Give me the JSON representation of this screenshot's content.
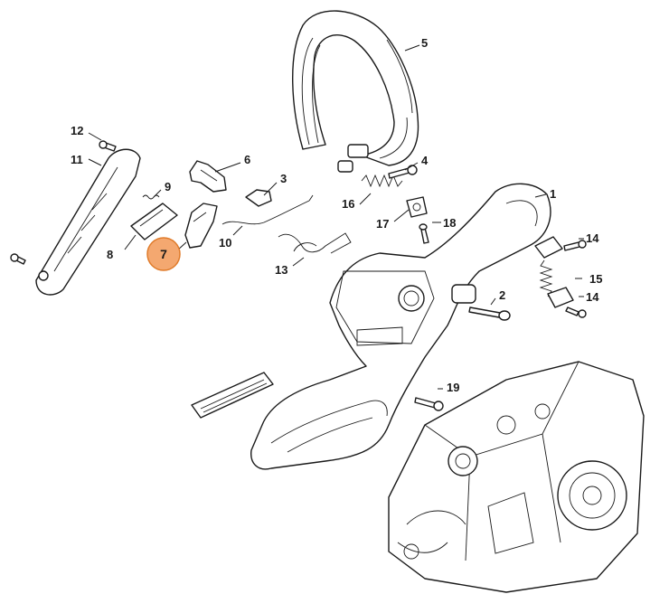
{
  "callouts": [
    {
      "id": "1",
      "label": "1"
    },
    {
      "id": "2",
      "label": "2"
    },
    {
      "id": "3",
      "label": "3"
    },
    {
      "id": "4",
      "label": "4"
    },
    {
      "id": "5",
      "label": "5"
    },
    {
      "id": "6",
      "label": "6"
    },
    {
      "id": "7",
      "label": "7",
      "highlighted": true
    },
    {
      "id": "8",
      "label": "8"
    },
    {
      "id": "9",
      "label": "9"
    },
    {
      "id": "10",
      "label": "10"
    },
    {
      "id": "11",
      "label": "11"
    },
    {
      "id": "12",
      "label": "12"
    },
    {
      "id": "13",
      "label": "13"
    },
    {
      "id": "14a",
      "label": "14"
    },
    {
      "id": "14b",
      "label": "14"
    },
    {
      "id": "15",
      "label": "15"
    },
    {
      "id": "16",
      "label": "16"
    },
    {
      "id": "17",
      "label": "17"
    },
    {
      "id": "18",
      "label": "18"
    },
    {
      "id": "19",
      "label": "19"
    }
  ],
  "colors": {
    "line": "#1a1a1a",
    "highlight_fill": "#f4a870",
    "highlight_stroke": "#e07b2a",
    "background": "#ffffff"
  }
}
